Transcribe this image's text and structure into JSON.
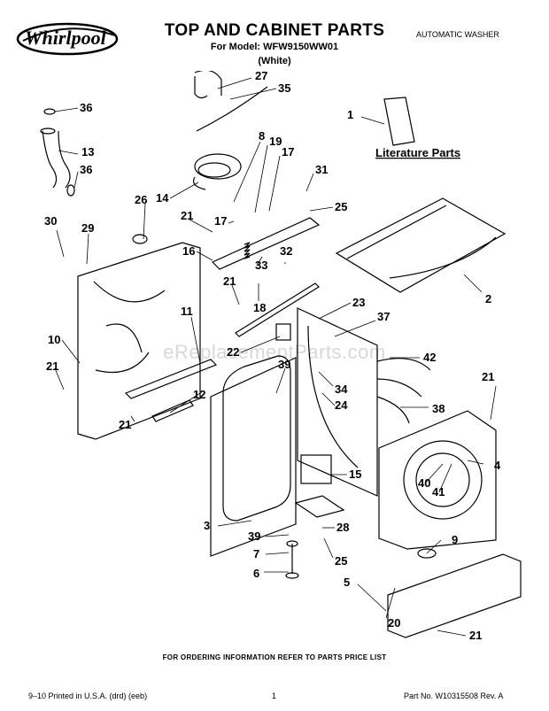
{
  "brand": "Whirlpool",
  "header": {
    "title": "TOP AND CABINET PARTS",
    "model_line": "For Model: WFW9150WW01",
    "color_line": "(White)",
    "product_type": "AUTOMATIC WASHER"
  },
  "diagram": {
    "literature_label": "Literature Parts",
    "watermark": "eReplacementParts.com",
    "callouts": [
      "27",
      "35",
      "36",
      "13",
      "36",
      "8",
      "19",
      "17",
      "31",
      "1",
      "26",
      "14",
      "25",
      "21",
      "17",
      "30",
      "29",
      "16",
      "33",
      "32",
      "21",
      "18",
      "2",
      "11",
      "23",
      "37",
      "10",
      "22",
      "39",
      "42",
      "21",
      "34",
      "12",
      "24",
      "21",
      "38",
      "21",
      "15",
      "4",
      "40",
      "41",
      "3",
      "28",
      "9",
      "39",
      "7",
      "25",
      "6",
      "5",
      "20",
      "21"
    ]
  },
  "footer": {
    "order_note": "FOR ORDERING INFORMATION REFER TO PARTS PRICE LIST",
    "printed": "9–10 Printed in U.S.A. (drd) (eeb)",
    "page": "1",
    "part_no": "Part No. W10315508 Rev. A"
  }
}
